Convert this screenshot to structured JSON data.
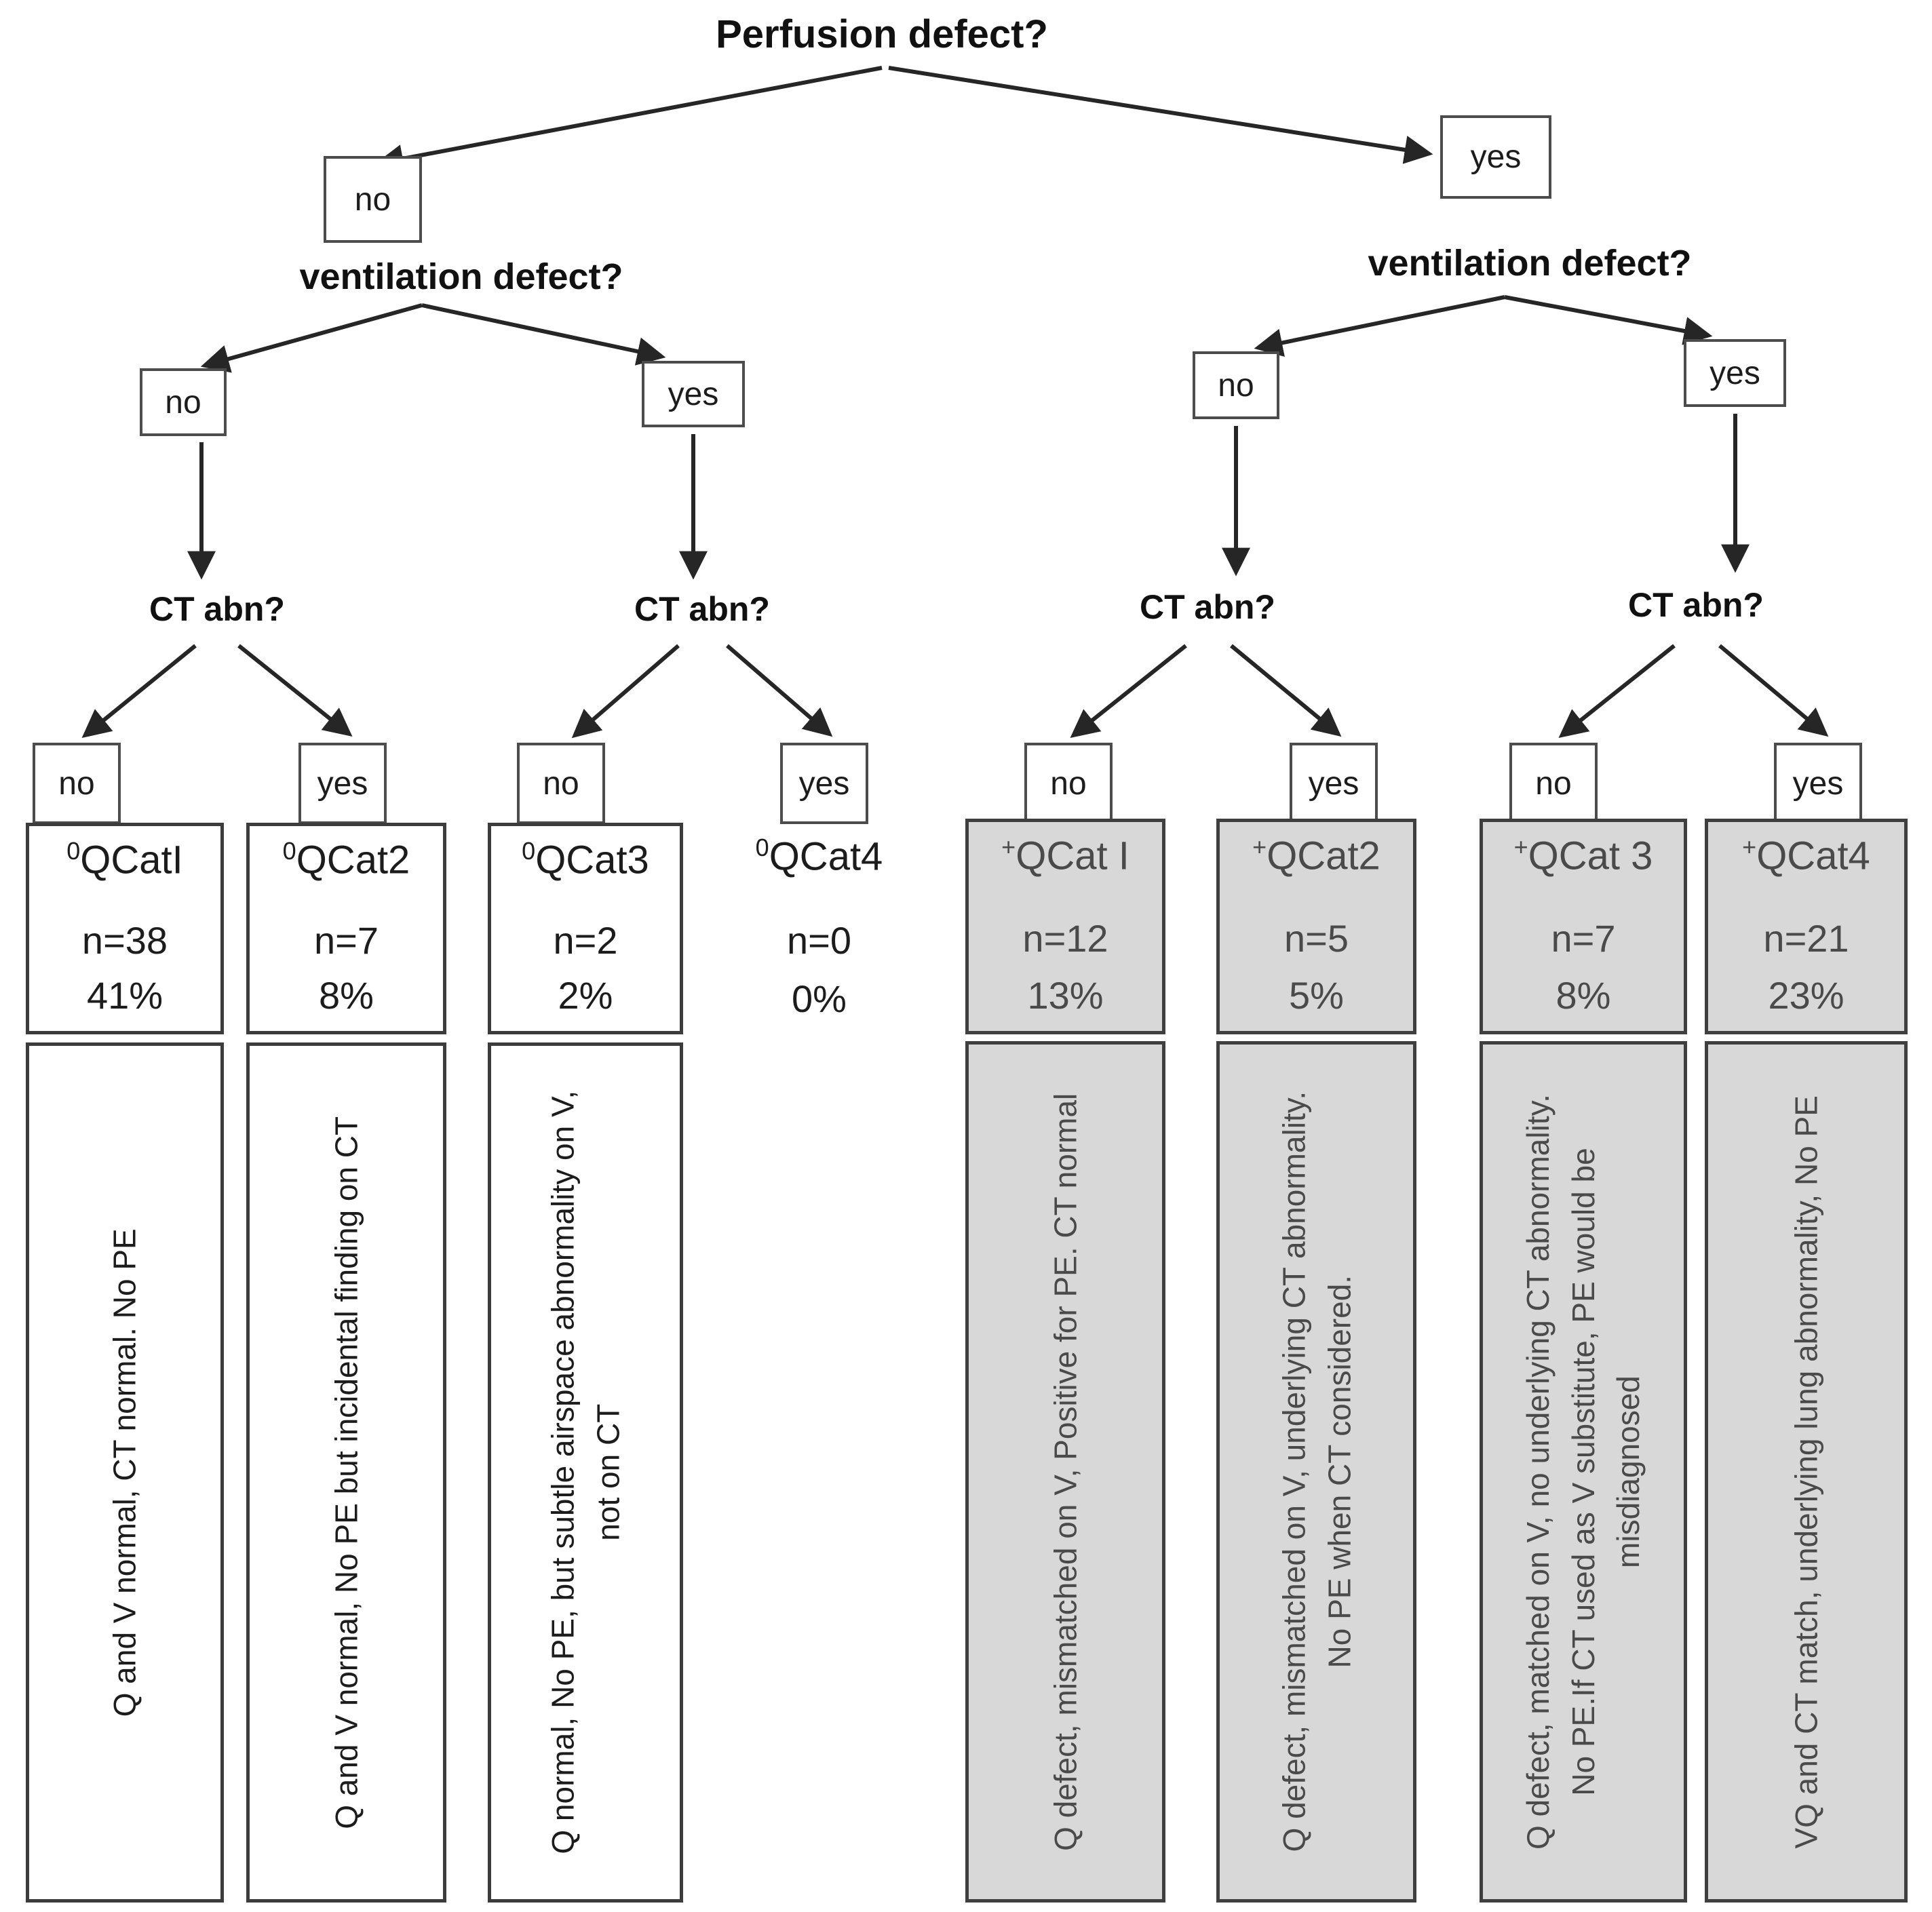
{
  "tree": {
    "root_question": "Perfusion defect?",
    "vent": [
      {
        "answer": "no",
        "question": "ventilation defect?"
      },
      {
        "answer": "yes",
        "question": "ventilation defect?"
      }
    ],
    "ct": [
      {
        "answer": "no",
        "question": "CT abn?"
      },
      {
        "answer": "yes",
        "question": "CT abn?"
      },
      {
        "answer": "no",
        "question": "CT abn?"
      },
      {
        "answer": "yes",
        "question": "CT abn?"
      }
    ]
  },
  "leaves": [
    {
      "answer": "no",
      "sup": "0",
      "label": "QCatI",
      "n": "n=38",
      "pct": "41%",
      "desc": "Q and V normal, CT normal. No PE"
    },
    {
      "answer": "yes",
      "sup": "0",
      "label": "QCat2",
      "n": "n=7",
      "pct": "8%",
      "desc": "Q and V normal, No PE but incidental finding on CT"
    },
    {
      "answer": "no",
      "sup": "0",
      "label": "QCat3",
      "n": "n=2",
      "pct": "2%",
      "desc": "Q normal, No PE, but subtle airspace abnormality on V, not on CT"
    },
    {
      "answer": "yes",
      "sup": "0",
      "label": "QCat4",
      "n": "n=0",
      "pct": "0%",
      "desc": ""
    },
    {
      "answer": "no",
      "sup": "+",
      "label": "QCat I",
      "n": "n=12",
      "pct": "13%",
      "desc": "Q defect, mismatched on V, Positive for PE. CT normal"
    },
    {
      "answer": "yes",
      "sup": "+",
      "label": "QCat2",
      "n": "n=5",
      "pct": "5%",
      "desc": "Q defect, mismatched on V, underlying CT abnormality. No PE when CT considered."
    },
    {
      "answer": "no",
      "sup": "+",
      "label": "QCat 3",
      "n": "n=7",
      "pct": "8%",
      "desc": "Q defect, matched on V, no underlying CT abnormality. No PE.If CT used as V substitute, PE would be misdiagnosed"
    },
    {
      "answer": "yes",
      "sup": "+",
      "label": "QCat4",
      "n": "n=21",
      "pct": "23%",
      "desc": "VQ and CT match, underlying lung abnormality, No PE"
    }
  ],
  "colors": {
    "background": "#ffffff",
    "shaded_bg": "#d8d8d8",
    "shaded_text": "#4a4a4a",
    "ink": "#1c1c1c",
    "box_border": "#3c3c3c",
    "arrow": "#262626"
  }
}
